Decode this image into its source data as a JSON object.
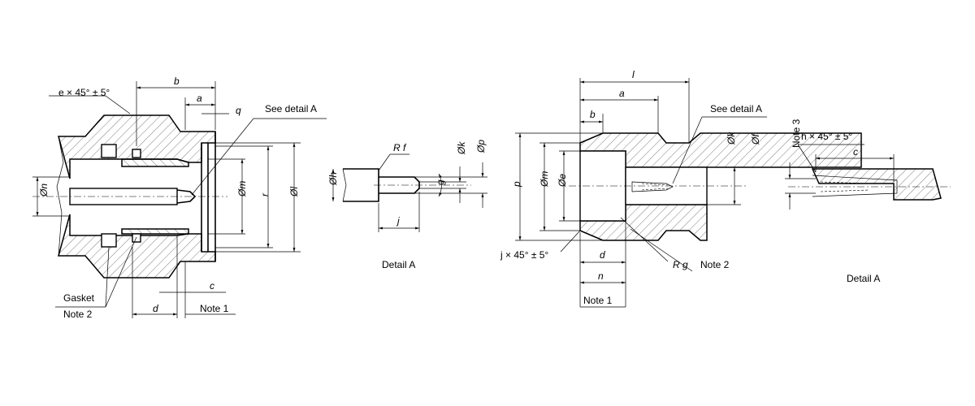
{
  "labels": {
    "l1_chamfer": "e × 45° ± 5°",
    "l1_b": "b",
    "l1_a": "a",
    "l1_q": "q",
    "l1_see_detail": "See detail A",
    "l1_n": "Øn",
    "l1_m": "Øm",
    "l1_r": "r",
    "l1_l": "Øl",
    "l1_c": "c",
    "l1_d": "d",
    "l1_note1": "Note 1",
    "l1_gasket": "Gasket",
    "l1_note2": "Note 2",
    "da1_rf": "R f",
    "da1_h": "Øh",
    "da1_k": "Øk",
    "da1_p": "Øp",
    "da1_g": "g",
    "da1_j": "j",
    "da1_title": "Detail A",
    "r1_l": "l",
    "r1_a": "a",
    "r1_b": "b",
    "r1_see_detail": "See detail A",
    "r1_p": "p",
    "r1_m": "Øm",
    "r1_e": "Øe",
    "r1_k": "Øk",
    "r1_f": "Øf",
    "r1_chamfer": "j × 45° ± 5°",
    "r1_d": "d",
    "r1_rg": "R g",
    "r1_note2": "Note 2",
    "r1_n": "n",
    "r1_note1": "Note 1",
    "da2_note3": "Note 3",
    "da2_chamfer": "h × 45° ± 5°",
    "da2_c": "c",
    "da2_title": "Detail A"
  }
}
